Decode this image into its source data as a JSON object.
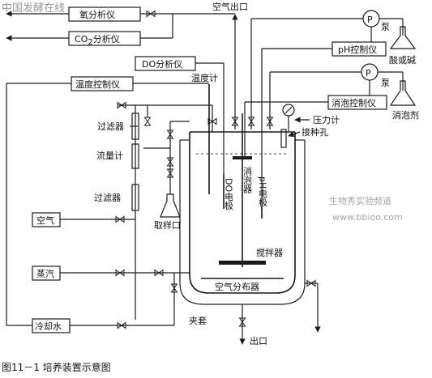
{
  "watermark_top": "中国发酵在线",
  "watermark_site_name": "生物秀实验频道",
  "watermark_site_url": "www.bbioo.com",
  "caption": "图11－1 培养装置示意图",
  "labels": {
    "oxygen_analyzer": "氧分析仪",
    "co2_prefix": "CO",
    "co2_sub": "2",
    "co2_suffix": "分析仪",
    "air_outlet": "空气出口",
    "pump1": "泵",
    "pump2": "泵",
    "p_symbol_1": "P",
    "p_symbol_2": "P",
    "ph_controller": "pH控制仪",
    "acid_or_base": "酸或碱",
    "do_analyzer": "DO分析仪",
    "thermometer": "温度计",
    "temp_controller": "温度控制仪",
    "antifoam_controller": "消泡控制仪",
    "antifoam_agent": "消泡剂",
    "pressure_gauge": "压力计",
    "inoculation_port": "接种孔",
    "filter_top": "过滤器",
    "flowmeter": "流量计",
    "filter_bottom": "过滤器",
    "sampling_port": "取样口",
    "do_electrode": "DO电极",
    "antifoam_device": "消泡器",
    "ph_electrode": "pH电极",
    "agitator": "搅拌器",
    "air": "空气",
    "steam": "蒸汽",
    "air_sparger": "空气分布器",
    "jacket": "夹套",
    "outlet": "出口",
    "cooling_water": "冷却水"
  }
}
